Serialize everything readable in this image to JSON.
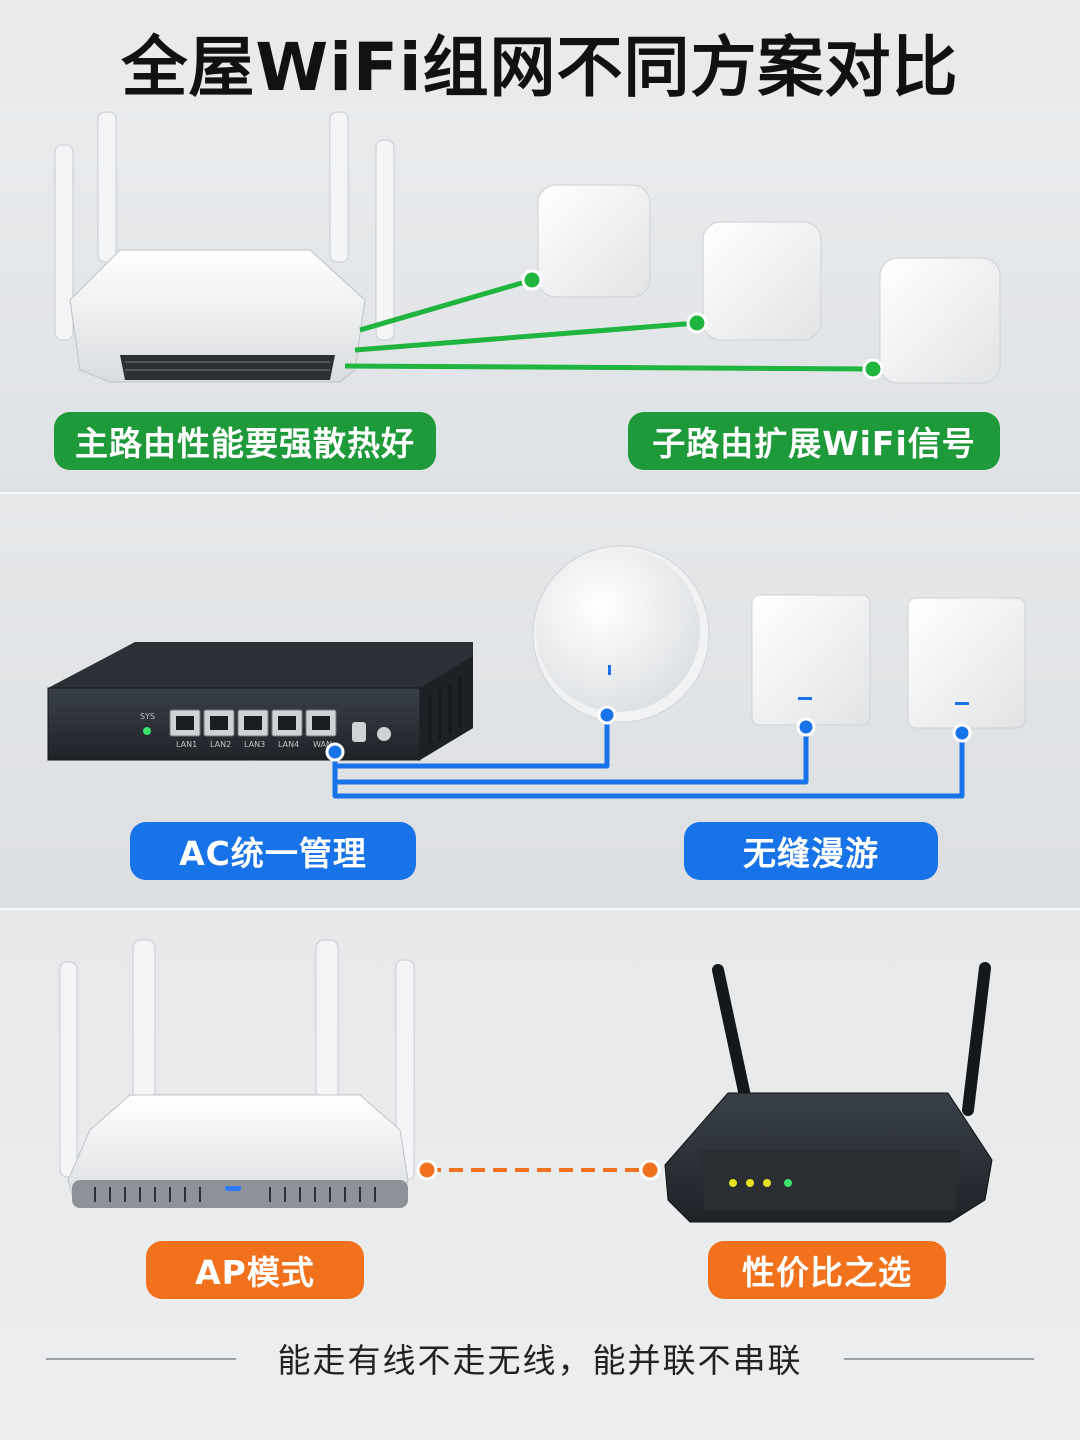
{
  "title": "全屋WiFi组网不同方案对比",
  "section1": {
    "label_left": "主路由性能要强散热好",
    "label_right": "子路由扩展WiFi信号"
  },
  "section2": {
    "label_left": "AC统一管理",
    "label_right": "无缝漫游",
    "port_labels": [
      "LAN1",
      "LAN2",
      "LAN3",
      "LAN4",
      "WAN"
    ],
    "status_label": "SYS"
  },
  "section3": {
    "label_left": "AP模式",
    "label_right": "性价比之选"
  },
  "footer": "能走有线不走无线，能并联不串联",
  "colors": {
    "green": "#1f9a3a",
    "blue": "#1873e8",
    "orange": "#f2711c"
  }
}
